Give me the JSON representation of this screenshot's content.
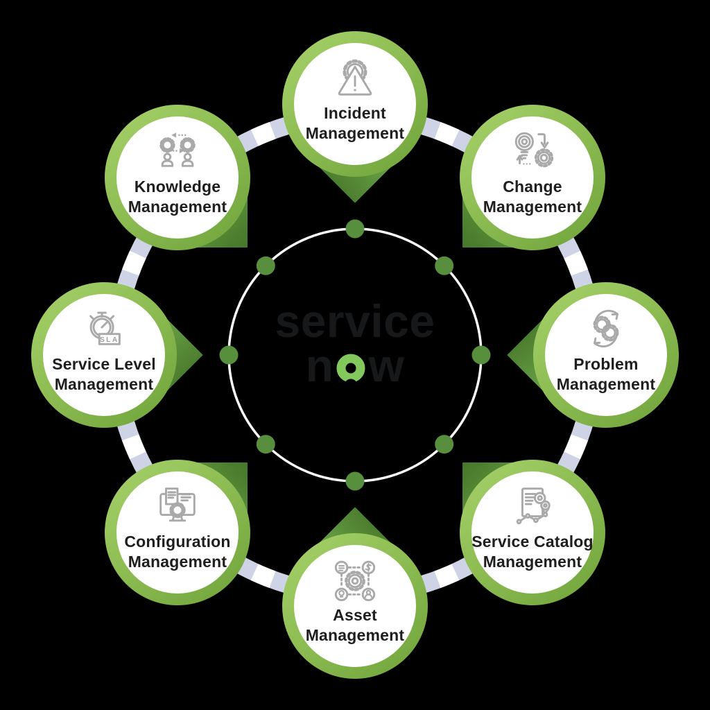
{
  "diagram": {
    "type": "process-wheel",
    "background_color": "#000000",
    "node_count": 8
  },
  "center": {
    "logo_line1": "service",
    "logo_n": "n",
    "logo_w": "w",
    "logo_text_color": "#16181a",
    "logo_o_color": "#83c85c"
  },
  "colors": {
    "ring_green_light": "#a9d26c",
    "ring_green_dark": "#6fa23b",
    "pointer_green_dark": "#41712a",
    "dot_green": "#588f3f",
    "connector_lavender": "#ced4e6",
    "connector_white": "#ffffff",
    "icon_gray": "#a9a9a9",
    "label_color": "#1e1e1e"
  },
  "nodes": [
    {
      "position": "top",
      "label_line1": "Incident",
      "label_line2": "Management",
      "icon": "warning-gear-icon"
    },
    {
      "position": "top-right",
      "label_line1": "Change",
      "label_line2": "Management",
      "icon": "bulb-gear-arrows-icon"
    },
    {
      "position": "right",
      "label_line1": "Problem",
      "label_line2": "Management",
      "icon": "cycle-gears-icon"
    },
    {
      "position": "bottom-right",
      "label_line1": "Service Catalog",
      "label_line2": "Management",
      "icon": "catalog-document-pin-icon"
    },
    {
      "position": "bottom",
      "label_line1": "Asset",
      "label_line2": "Management",
      "icon": "asset-gear-network-icon"
    },
    {
      "position": "bottom-left",
      "label_line1": "Configuration",
      "label_line2": "Management",
      "icon": "monitor-config-icon"
    },
    {
      "position": "left",
      "label_line1": "Service Level",
      "label_line2": "Management",
      "icon": "sla-stopwatch-icon",
      "icon_text": "SLA"
    },
    {
      "position": "top-left",
      "label_line1": "Knowledge",
      "label_line2": "Management",
      "icon": "people-gears-exchange-icon"
    }
  ]
}
